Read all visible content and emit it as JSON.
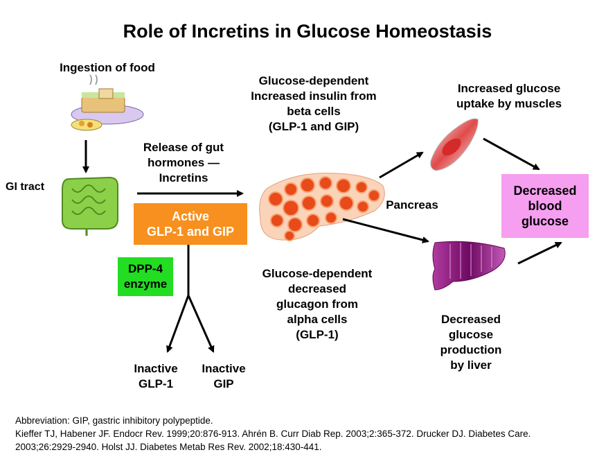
{
  "title": "Role of Incretins in Glucose Homeostasis",
  "labels": {
    "ingestion": "Ingestion of food",
    "gi_tract": "GI tract",
    "release": [
      "Release of gut",
      "hormones —",
      "Incretins"
    ],
    "insulin": [
      "Glucose-dependent",
      "Increased insulin from",
      "beta cells",
      "(GLP-1 and GIP)"
    ],
    "glucagon": [
      "Glucose-dependent",
      "decreased",
      "glucagon from",
      "alpha cells",
      "(GLP-1)"
    ],
    "pancreas": "Pancreas",
    "muscle": [
      "Increased glucose",
      "uptake by muscles"
    ],
    "liver": [
      "Decreased",
      "glucose",
      "production",
      "by liver"
    ],
    "inactive_glp1": [
      "Inactive",
      "GLP-1"
    ],
    "inactive_gip": [
      "Inactive",
      "GIP"
    ]
  },
  "boxes": {
    "active": [
      "Active",
      "GLP-1 and GIP"
    ],
    "dpp4": [
      "DPP-4",
      "enzyme"
    ],
    "blood": [
      "Decreased",
      "blood",
      "glucose"
    ]
  },
  "footer": {
    "abbreviation": "Abbreviation: GIP, gastric inhibitory polypeptide.",
    "ref_line1": "Kieffer TJ, Habener JF. Endocr Rev. 1999;20:876-913. Ahrén B. Curr Diab Rep. 2003;2:365-372. Drucker DJ. Diabetes Care.",
    "ref_line2": "2003;26:2929-2940. Holst JJ. Diabetes Metab Res Rev. 2002;18:430-441."
  },
  "colors": {
    "active_box": "#f7901e",
    "dpp4_box": "#22dd22",
    "blood_box": "#f69ef0",
    "pancreas_islet": "#e84a1a",
    "pancreas_bg": "#fbd3b8",
    "liver": "#8a1a7a",
    "gi_tract": "#8cd04a"
  },
  "icons": [
    "food-plate-icon",
    "intestine-icon",
    "pancreas-icon",
    "muscle-icon",
    "liver-icon"
  ]
}
